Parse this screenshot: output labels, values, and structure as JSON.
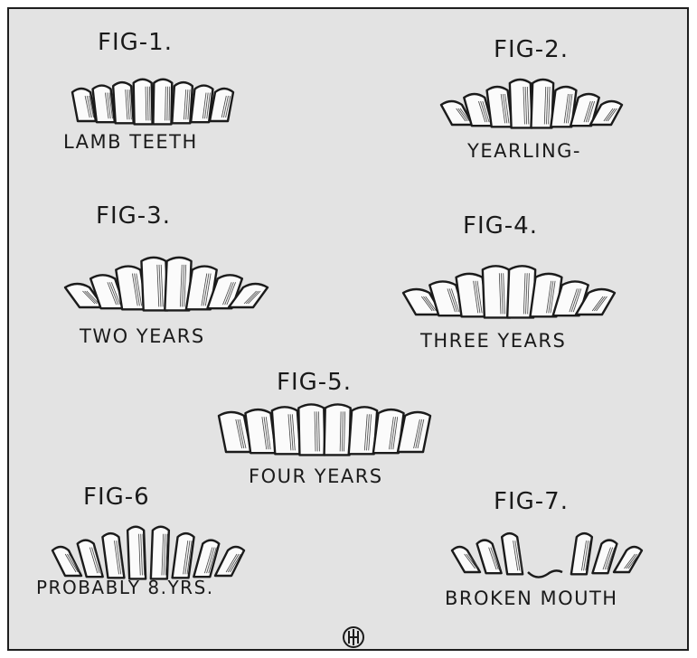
{
  "figures": [
    {
      "id": "fig1",
      "title": "FIG-1.",
      "caption": "LAMB TEETH"
    },
    {
      "id": "fig2",
      "title": "FIG-2.",
      "caption": "YEARLING-"
    },
    {
      "id": "fig3",
      "title": "FIG-3.",
      "caption": "TWO YEARS"
    },
    {
      "id": "fig4",
      "title": "FIG-4.",
      "caption": "THREE YEARS"
    },
    {
      "id": "fig5",
      "title": "FIG-5.",
      "caption": "FOUR YEARS"
    },
    {
      "id": "fig6",
      "title": "FIG-6",
      "caption": "PROBABLY 8.YRS."
    },
    {
      "id": "fig7",
      "title": "FIG-7.",
      "caption": "BROKEN MOUTH"
    }
  ],
  "colors": {
    "paper": "#e3e3e3",
    "ink": "#1b1b1b",
    "tooth": "#fbfbfb"
  },
  "monogram_icon": "ihc-monogram-icon"
}
